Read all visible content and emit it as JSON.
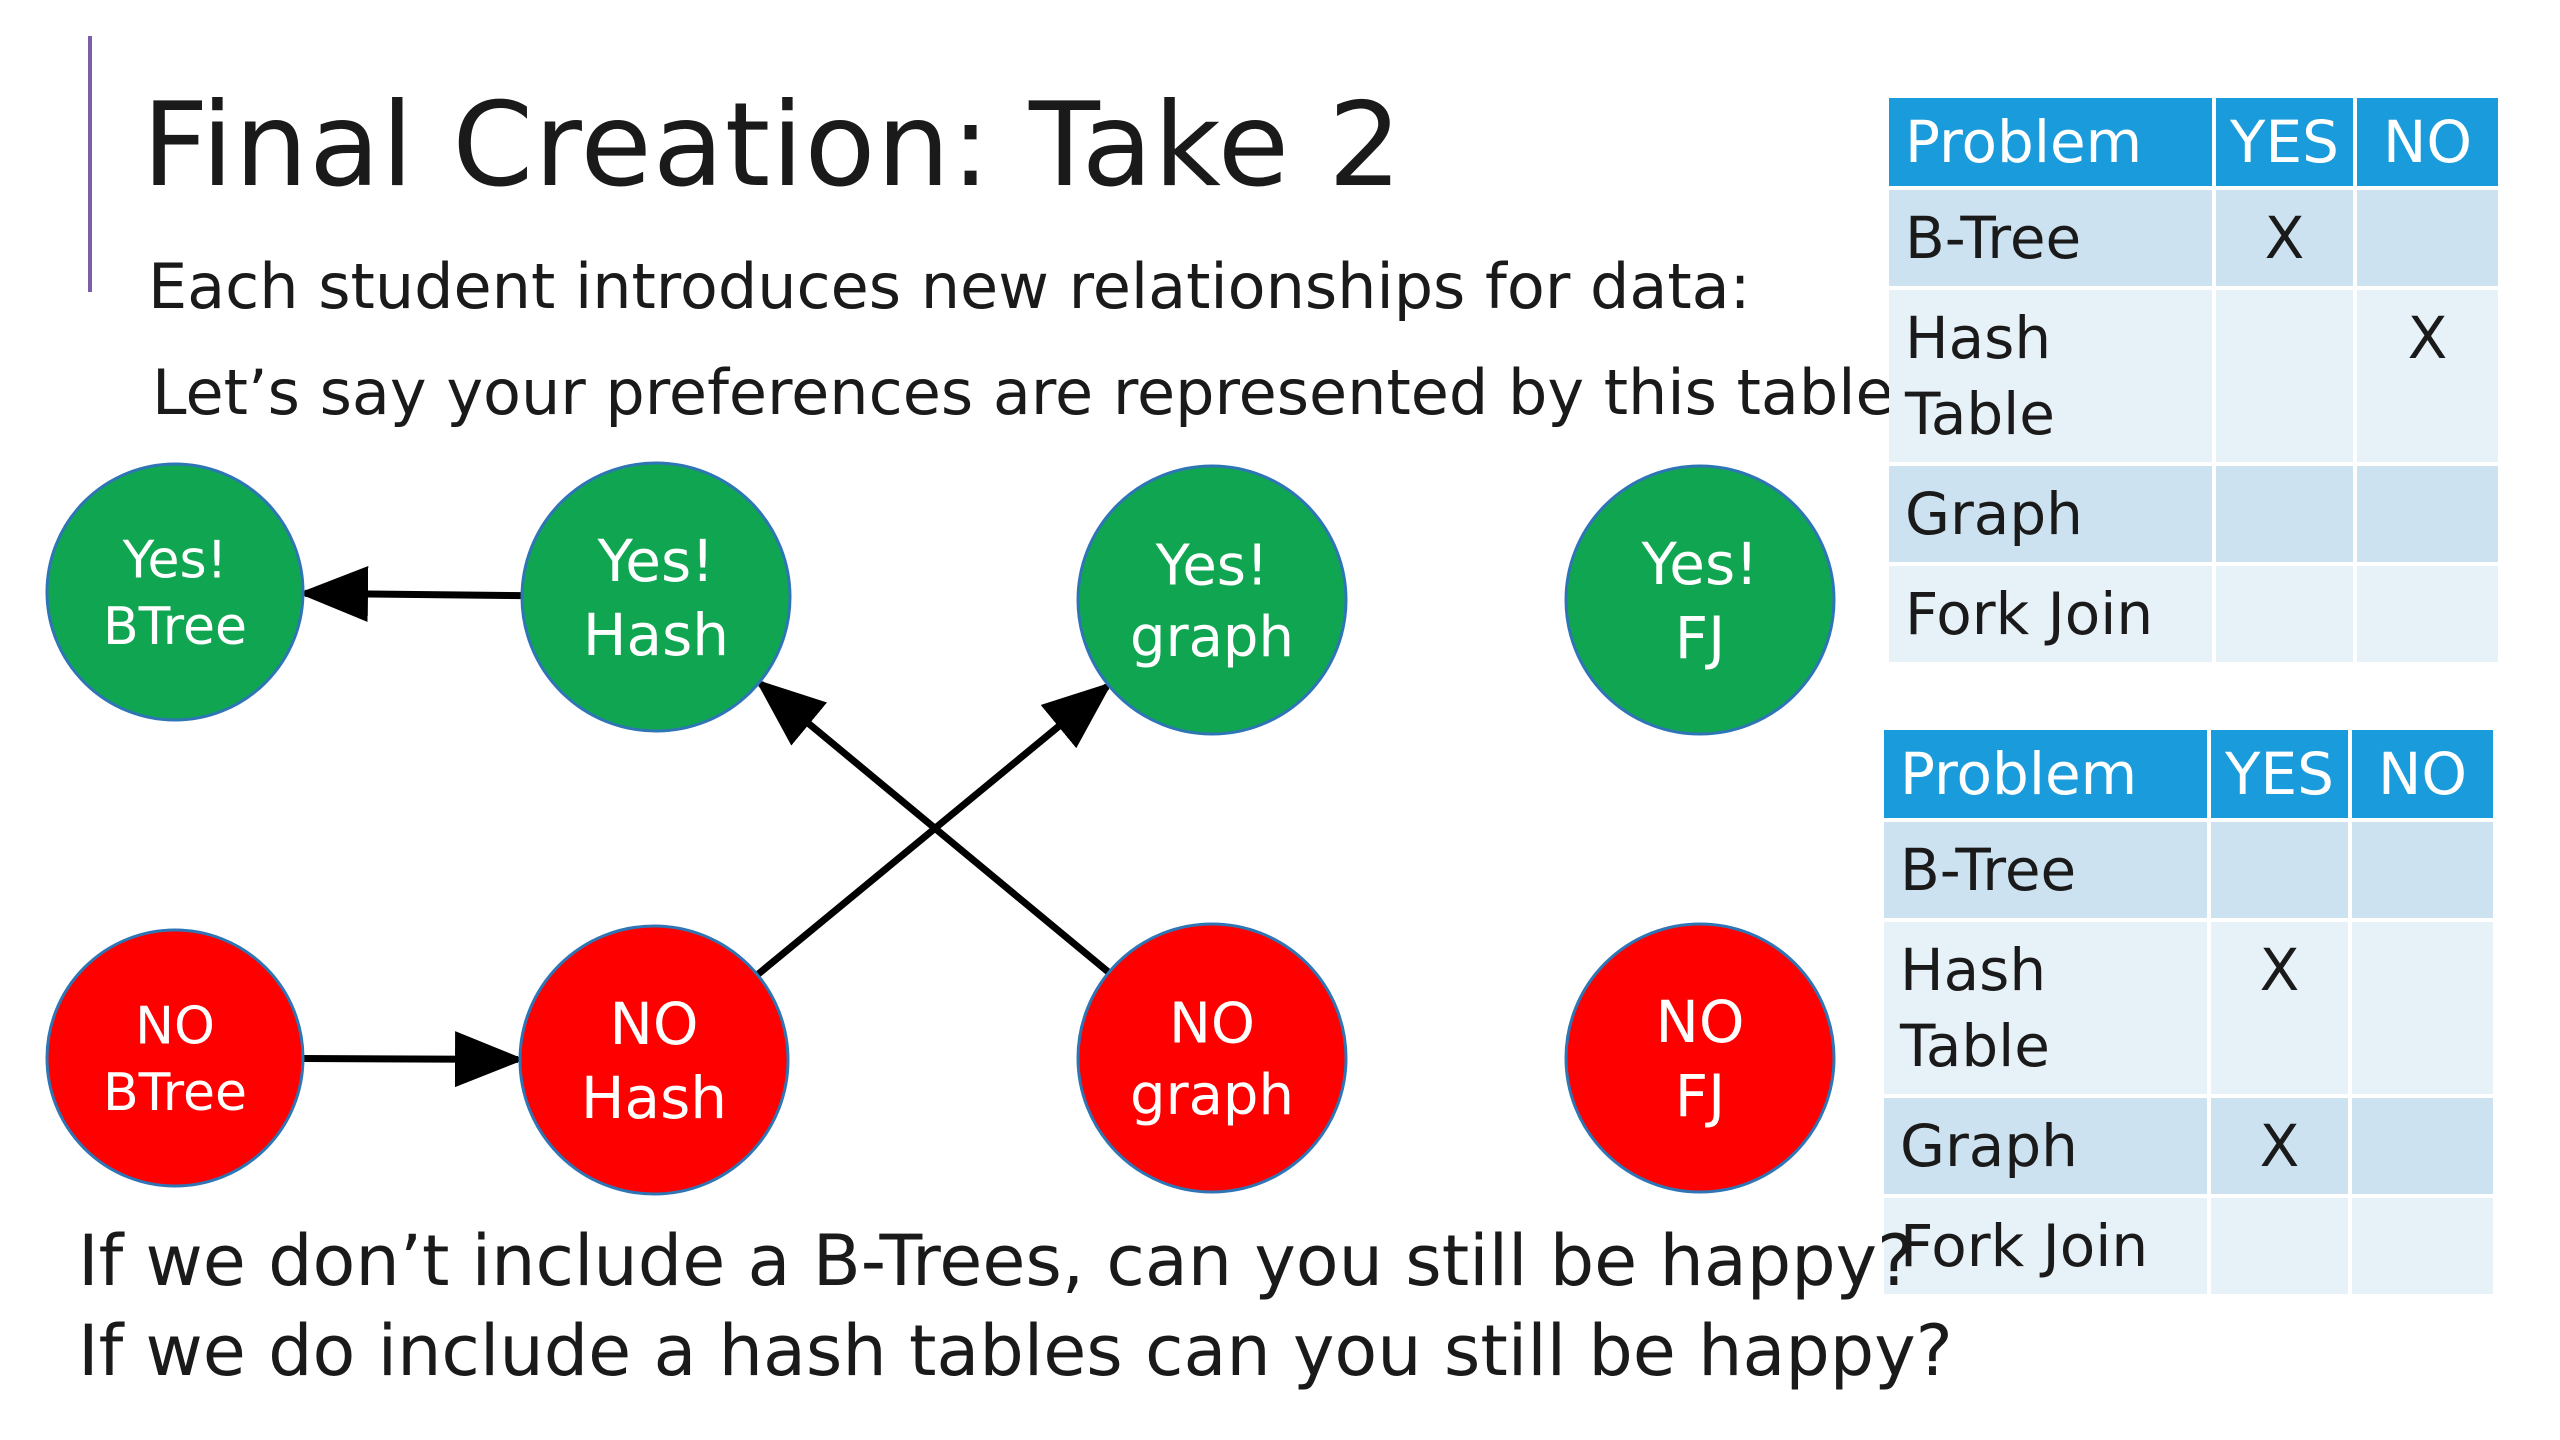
{
  "slide": {
    "title": "Final Creation: Take 2",
    "line1": "Each student introduces new relationships for data:",
    "line2": "Let’s say your preferences are represented by this table:",
    "question1": "If we don’t include a B-Trees, can you still be happy?",
    "question2": "If we do include a hash tables can you still be happy?"
  },
  "colors": {
    "yes_node": "#10a651",
    "no_node": "#ff0000",
    "node_border": "#2e75b6",
    "table_header": "#1a9bdb",
    "accent": "#7b5ea7"
  },
  "graph": {
    "nodes": [
      {
        "id": "yes-btree",
        "lines": [
          "Yes!",
          "BTree"
        ],
        "kind": "yes"
      },
      {
        "id": "yes-hash",
        "lines": [
          "Yes!",
          "Hash"
        ],
        "kind": "yes"
      },
      {
        "id": "yes-graph",
        "lines": [
          "Yes!",
          "graph"
        ],
        "kind": "yes"
      },
      {
        "id": "yes-fj",
        "lines": [
          "Yes!",
          "FJ"
        ],
        "kind": "yes"
      },
      {
        "id": "no-btree",
        "lines": [
          "NO",
          "BTree"
        ],
        "kind": "no"
      },
      {
        "id": "no-hash",
        "lines": [
          "NO",
          "Hash"
        ],
        "kind": "no"
      },
      {
        "id": "no-graph",
        "lines": [
          "NO",
          "graph"
        ],
        "kind": "no"
      },
      {
        "id": "no-fj",
        "lines": [
          "NO",
          "FJ"
        ],
        "kind": "no"
      }
    ],
    "edges": [
      {
        "from": "yes-hash",
        "to": "yes-btree"
      },
      {
        "from": "no-graph",
        "to": "yes-hash"
      },
      {
        "from": "no-hash",
        "to": "yes-graph"
      },
      {
        "from": "no-btree",
        "to": "no-hash"
      }
    ]
  },
  "table1": {
    "headers": [
      "Problem",
      "YES",
      "NO"
    ],
    "rows": [
      {
        "problem": "B-Tree",
        "yes": "X",
        "no": ""
      },
      {
        "problem": "Hash Table",
        "yes": "",
        "no": "X"
      },
      {
        "problem": "Graph",
        "yes": "",
        "no": ""
      },
      {
        "problem": "Fork Join",
        "yes": "",
        "no": ""
      }
    ]
  },
  "table2": {
    "headers": [
      "Problem",
      "YES",
      "NO"
    ],
    "rows": [
      {
        "problem": "B-Tree",
        "yes": "",
        "no": ""
      },
      {
        "problem": "Hash Table",
        "yes": "X",
        "no": ""
      },
      {
        "problem": "Graph",
        "yes": "X",
        "no": ""
      },
      {
        "problem": "Fork Join",
        "yes": "",
        "no": ""
      }
    ]
  }
}
